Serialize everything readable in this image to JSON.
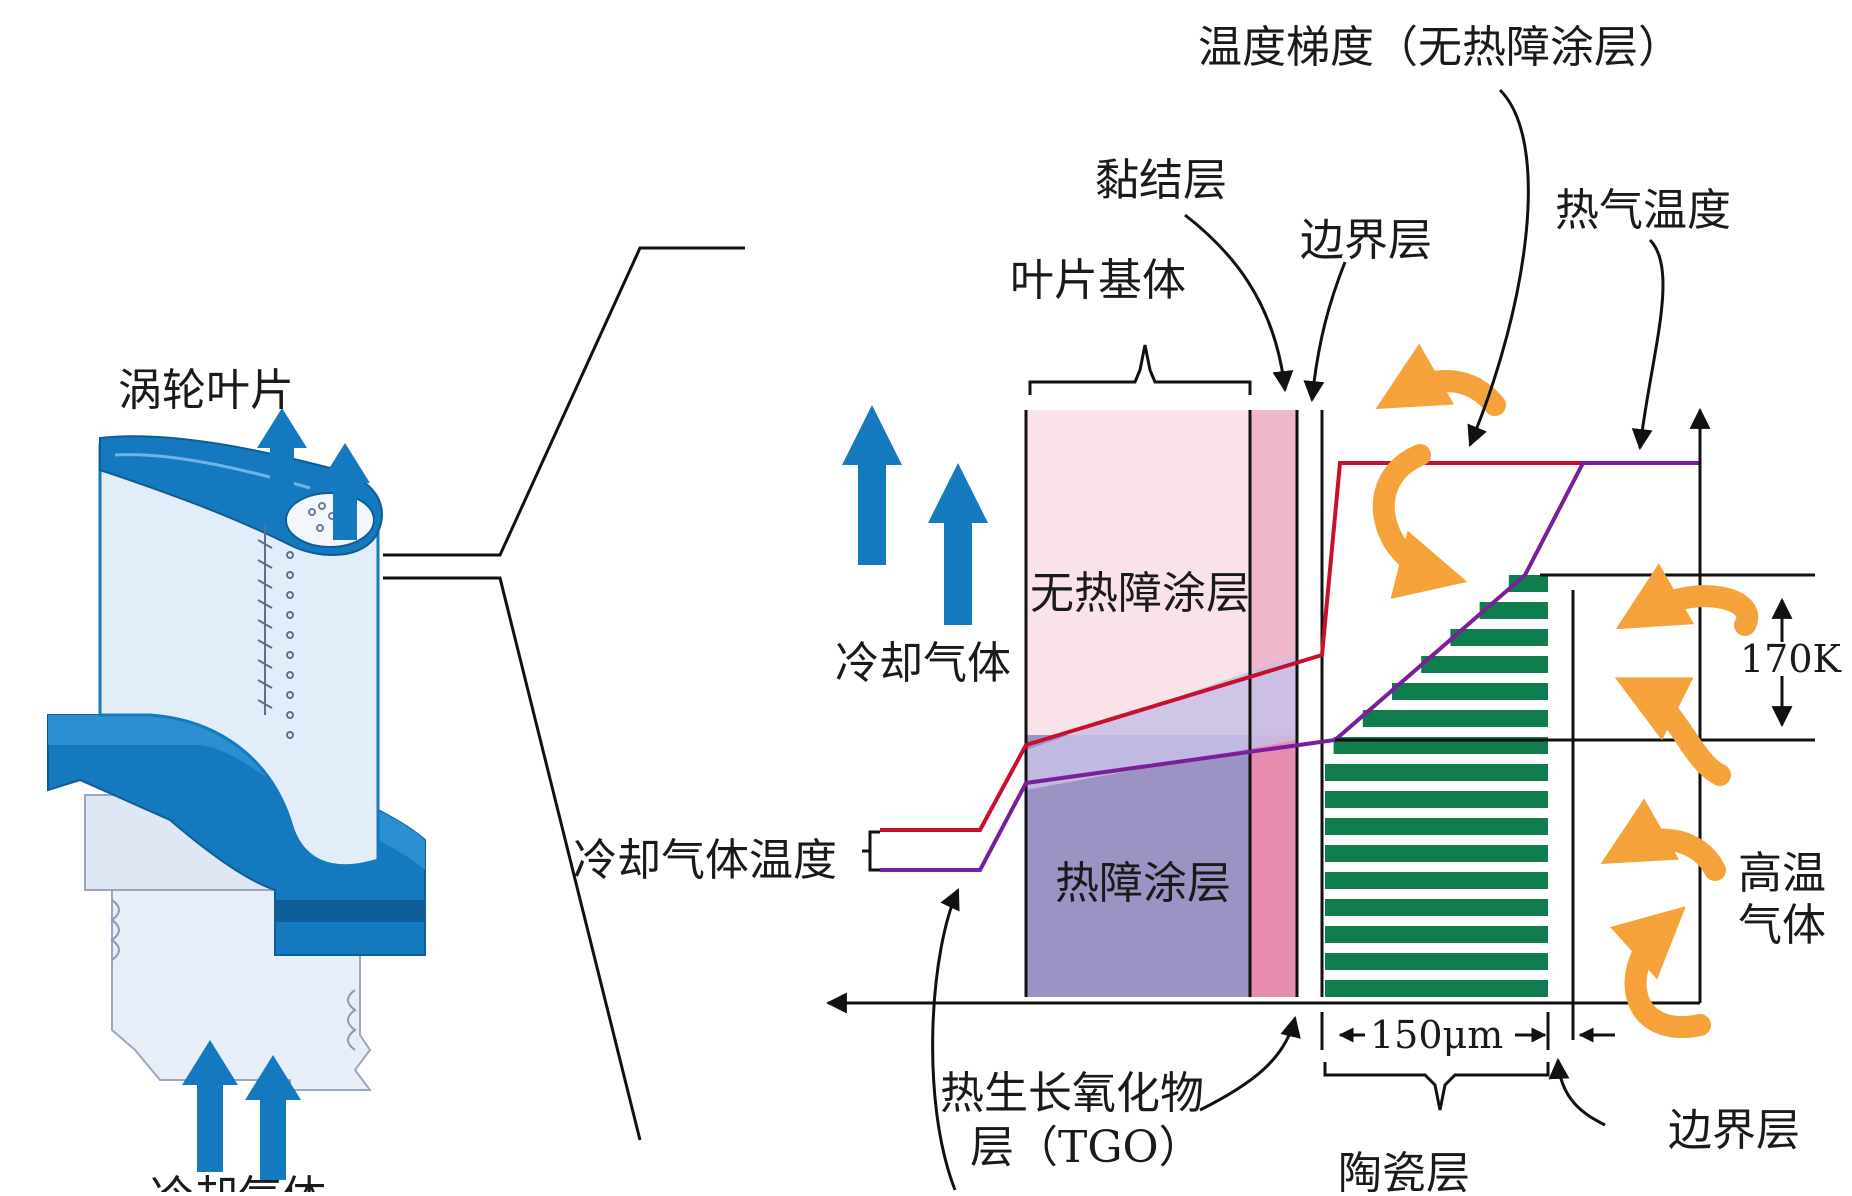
{
  "labels": {
    "turbine_blade": "涡轮叶片",
    "cooling_gas_top": "冷却气体",
    "cooling_gas_bottom": "冷却气体",
    "cooling_gas_temp": "冷却气体温度",
    "substrate": "叶片基体",
    "bond_coat": "黏结层",
    "boundary_layer_top": "边界层",
    "gradient_no_tbc": "温度梯度（无热障涂层）",
    "hot_gas_temp": "热气温度",
    "no_tbc": "无热障涂层",
    "tbc": "热障涂层",
    "temp_drop": "170K",
    "hot_gas_line1": "高温",
    "hot_gas_line2": "气体",
    "thickness": "150μm",
    "tgo_line1": "热生长氧化物",
    "tgo_line2": "层（TGO）",
    "ceramic": "陶瓷层",
    "boundary_layer_bottom": "边界层"
  },
  "colors": {
    "arrow_blue": "#1479bf",
    "flow_orange": "#f6a23a",
    "ceramic_green": "#0f7d4e",
    "line_red": "#c8102e",
    "line_purple": "#7a1f9a",
    "no_tbc_fill": "#f9e3e8",
    "tbc_fill": "#9a93c4",
    "bond_fill": "#e58cb0",
    "blade_fill": "#e1edf8"
  }
}
